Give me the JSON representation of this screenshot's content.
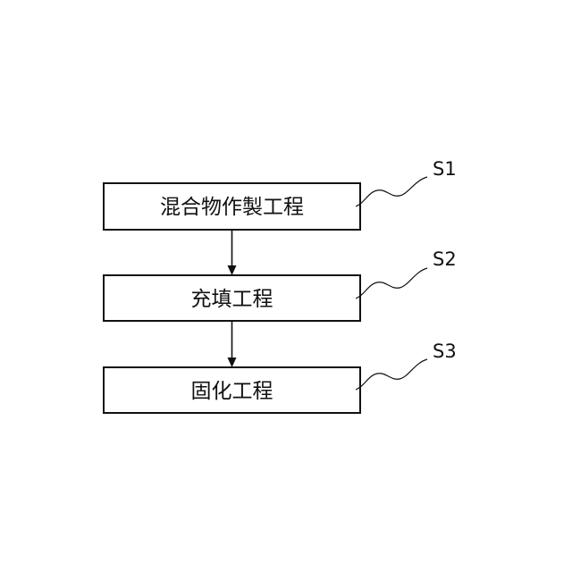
{
  "steps": [
    {
      "id": "s1",
      "label": "混合物作製工程",
      "ref": "S1"
    },
    {
      "id": "s2",
      "label": "充填工程",
      "ref": "S2"
    },
    {
      "id": "s3",
      "label": "固化工程",
      "ref": "S3"
    }
  ]
}
